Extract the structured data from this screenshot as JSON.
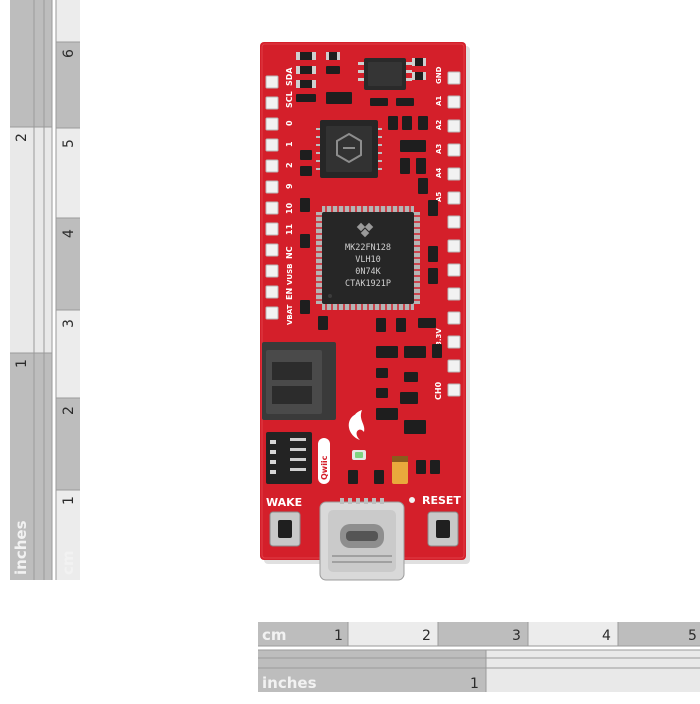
{
  "rulers": {
    "vertical_outer": {
      "unit_label": "inches",
      "numbers": [
        "1",
        "2"
      ]
    },
    "vertical_inner": {
      "unit_label": "cm",
      "numbers": [
        "1",
        "2",
        "3",
        "4",
        "5",
        "6"
      ]
    },
    "horizontal_top": {
      "unit_label": "cm",
      "numbers": [
        "1",
        "2",
        "3",
        "4",
        "5"
      ]
    },
    "horizontal_bottom": {
      "unit_label": "inches",
      "numbers": [
        "1"
      ]
    }
  },
  "board": {
    "pcb_color": "#d41f2a",
    "left_pin_labels": [
      "SDA",
      "SCL",
      "0",
      "1",
      "2",
      "9",
      "10",
      "11",
      "NC",
      "VUSB",
      "EN",
      "VBAT"
    ],
    "right_pin_labels": [
      "GND",
      "A1",
      "A2",
      "A3",
      "A4",
      "A5",
      "3.3V",
      "CH0"
    ],
    "main_chip_lines": [
      "MK22FN128",
      "VLH10",
      "0N74K",
      "CTAK1921P"
    ],
    "qwiic_label": "Qwiic",
    "wake_label": "WAKE",
    "reset_label": "RESET"
  }
}
